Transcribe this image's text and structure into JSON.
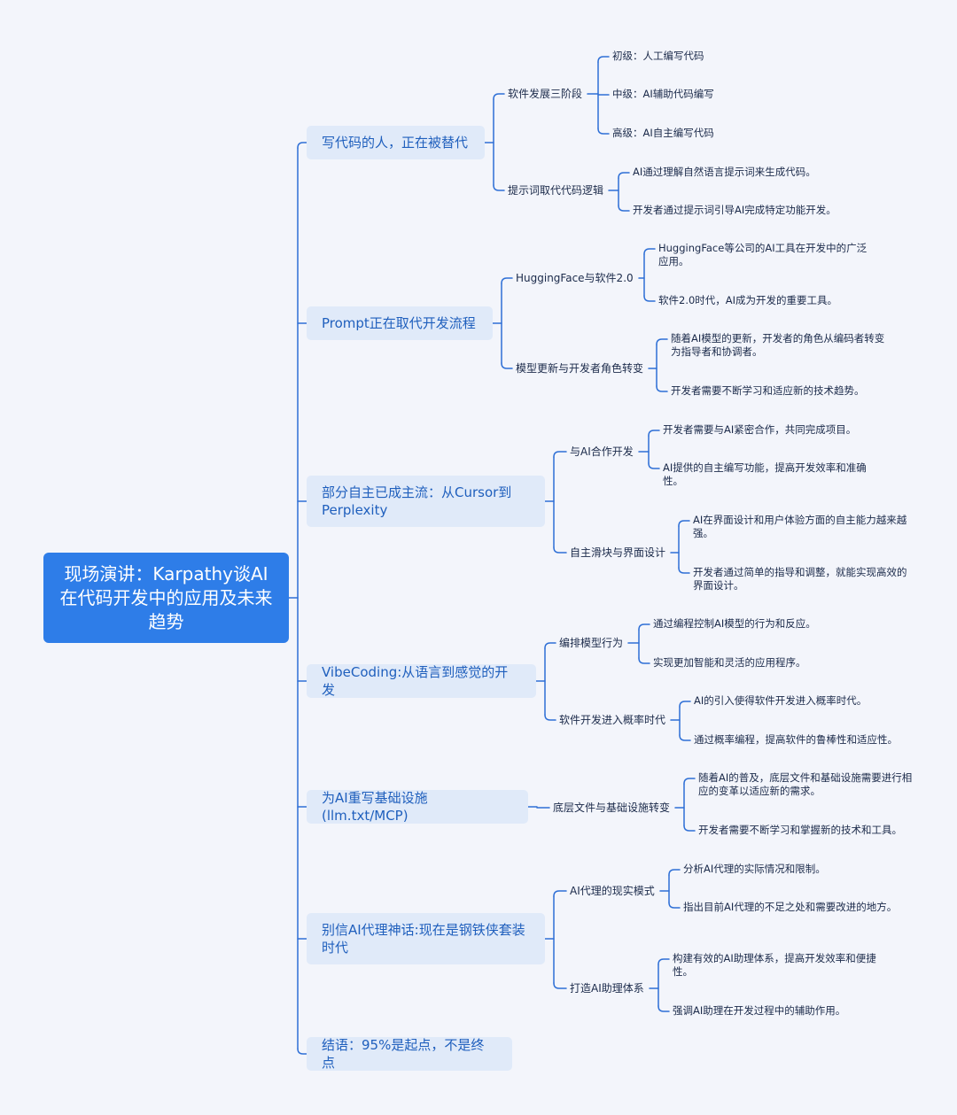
{
  "root": {
    "title": "现场演讲：Karpathy谈AI在代码开发中的应用及未来趋势"
  },
  "branches": [
    {
      "label": "写代码的人，正在被替代",
      "children": [
        {
          "label": "软件发展三阶段",
          "children": [
            "初级：人工编写代码",
            "中级：AI辅助代码编写",
            "高级：AI自主编写代码"
          ]
        },
        {
          "label": "提示词取代代码逻辑",
          "children": [
            "AI通过理解自然语言提示词来生成代码。",
            "开发者通过提示词引导AI完成特定功能开发。"
          ]
        }
      ]
    },
    {
      "label": "Prompt正在取代开发流程",
      "children": [
        {
          "label": "HuggingFace与软件2.0",
          "children": [
            "HuggingFace等公司的AI工具在开发中的广泛应用。",
            "软件2.0时代，AI成为开发的重要工具。"
          ]
        },
        {
          "label": "模型更新与开发者角色转变",
          "children": [
            "随着AI模型的更新，开发者的角色从编码者转变为指导者和协调者。",
            "开发者需要不断学习和适应新的技术趋势。"
          ]
        }
      ]
    },
    {
      "label": "部分自主已成主流：从Cursor到Perplexity",
      "children": [
        {
          "label": "与AI合作开发",
          "children": [
            "开发者需要与AI紧密合作，共同完成项目。",
            "AI提供的自主编写功能，提高开发效率和准确性。"
          ]
        },
        {
          "label": "自主滑块与界面设计",
          "children": [
            "AI在界面设计和用户体验方面的自主能力越来越强。",
            "开发者通过简单的指导和调整，就能实现高效的界面设计。"
          ]
        }
      ]
    },
    {
      "label": "VibeCoding:从语言到感觉的开发",
      "children": [
        {
          "label": "编排模型行为",
          "children": [
            "通过编程控制AI模型的行为和反应。",
            "实现更加智能和灵活的应用程序。"
          ]
        },
        {
          "label": "软件开发进入概率时代",
          "children": [
            "AI的引入使得软件开发进入概率时代。",
            "通过概率编程，提高软件的鲁棒性和适应性。"
          ]
        }
      ]
    },
    {
      "label": "为AI重写基础设施(llm.txt/MCP)",
      "children": [
        {
          "label": "底层文件与基础设施转变",
          "children": [
            "随着AI的普及，底层文件和基础设施需要进行相应的变革以适应新的需求。",
            "开发者需要不断学习和掌握新的技术和工具。"
          ]
        }
      ]
    },
    {
      "label": "别信AI代理神话:现在是钢铁侠套装时代",
      "children": [
        {
          "label": "AI代理的现实模式",
          "children": [
            "分析AI代理的实际情况和限制。",
            "指出目前AI代理的不足之处和需要改进的地方。"
          ]
        },
        {
          "label": "打造AI助理体系",
          "children": [
            "构建有效的AI助理体系，提高开发效率和便捷性。",
            "强调AI助理在开发过程中的辅助作用。"
          ]
        }
      ]
    },
    {
      "label": "结语：95%是起点，不是终点",
      "children": []
    }
  ],
  "colors": {
    "background": "#f3f5fb",
    "root": "#2e7de8",
    "branch_fill": "#e0eaf9",
    "branch_text": "#1f5fbd",
    "line": "#2e6fd6",
    "text": "#1b2a4a"
  }
}
